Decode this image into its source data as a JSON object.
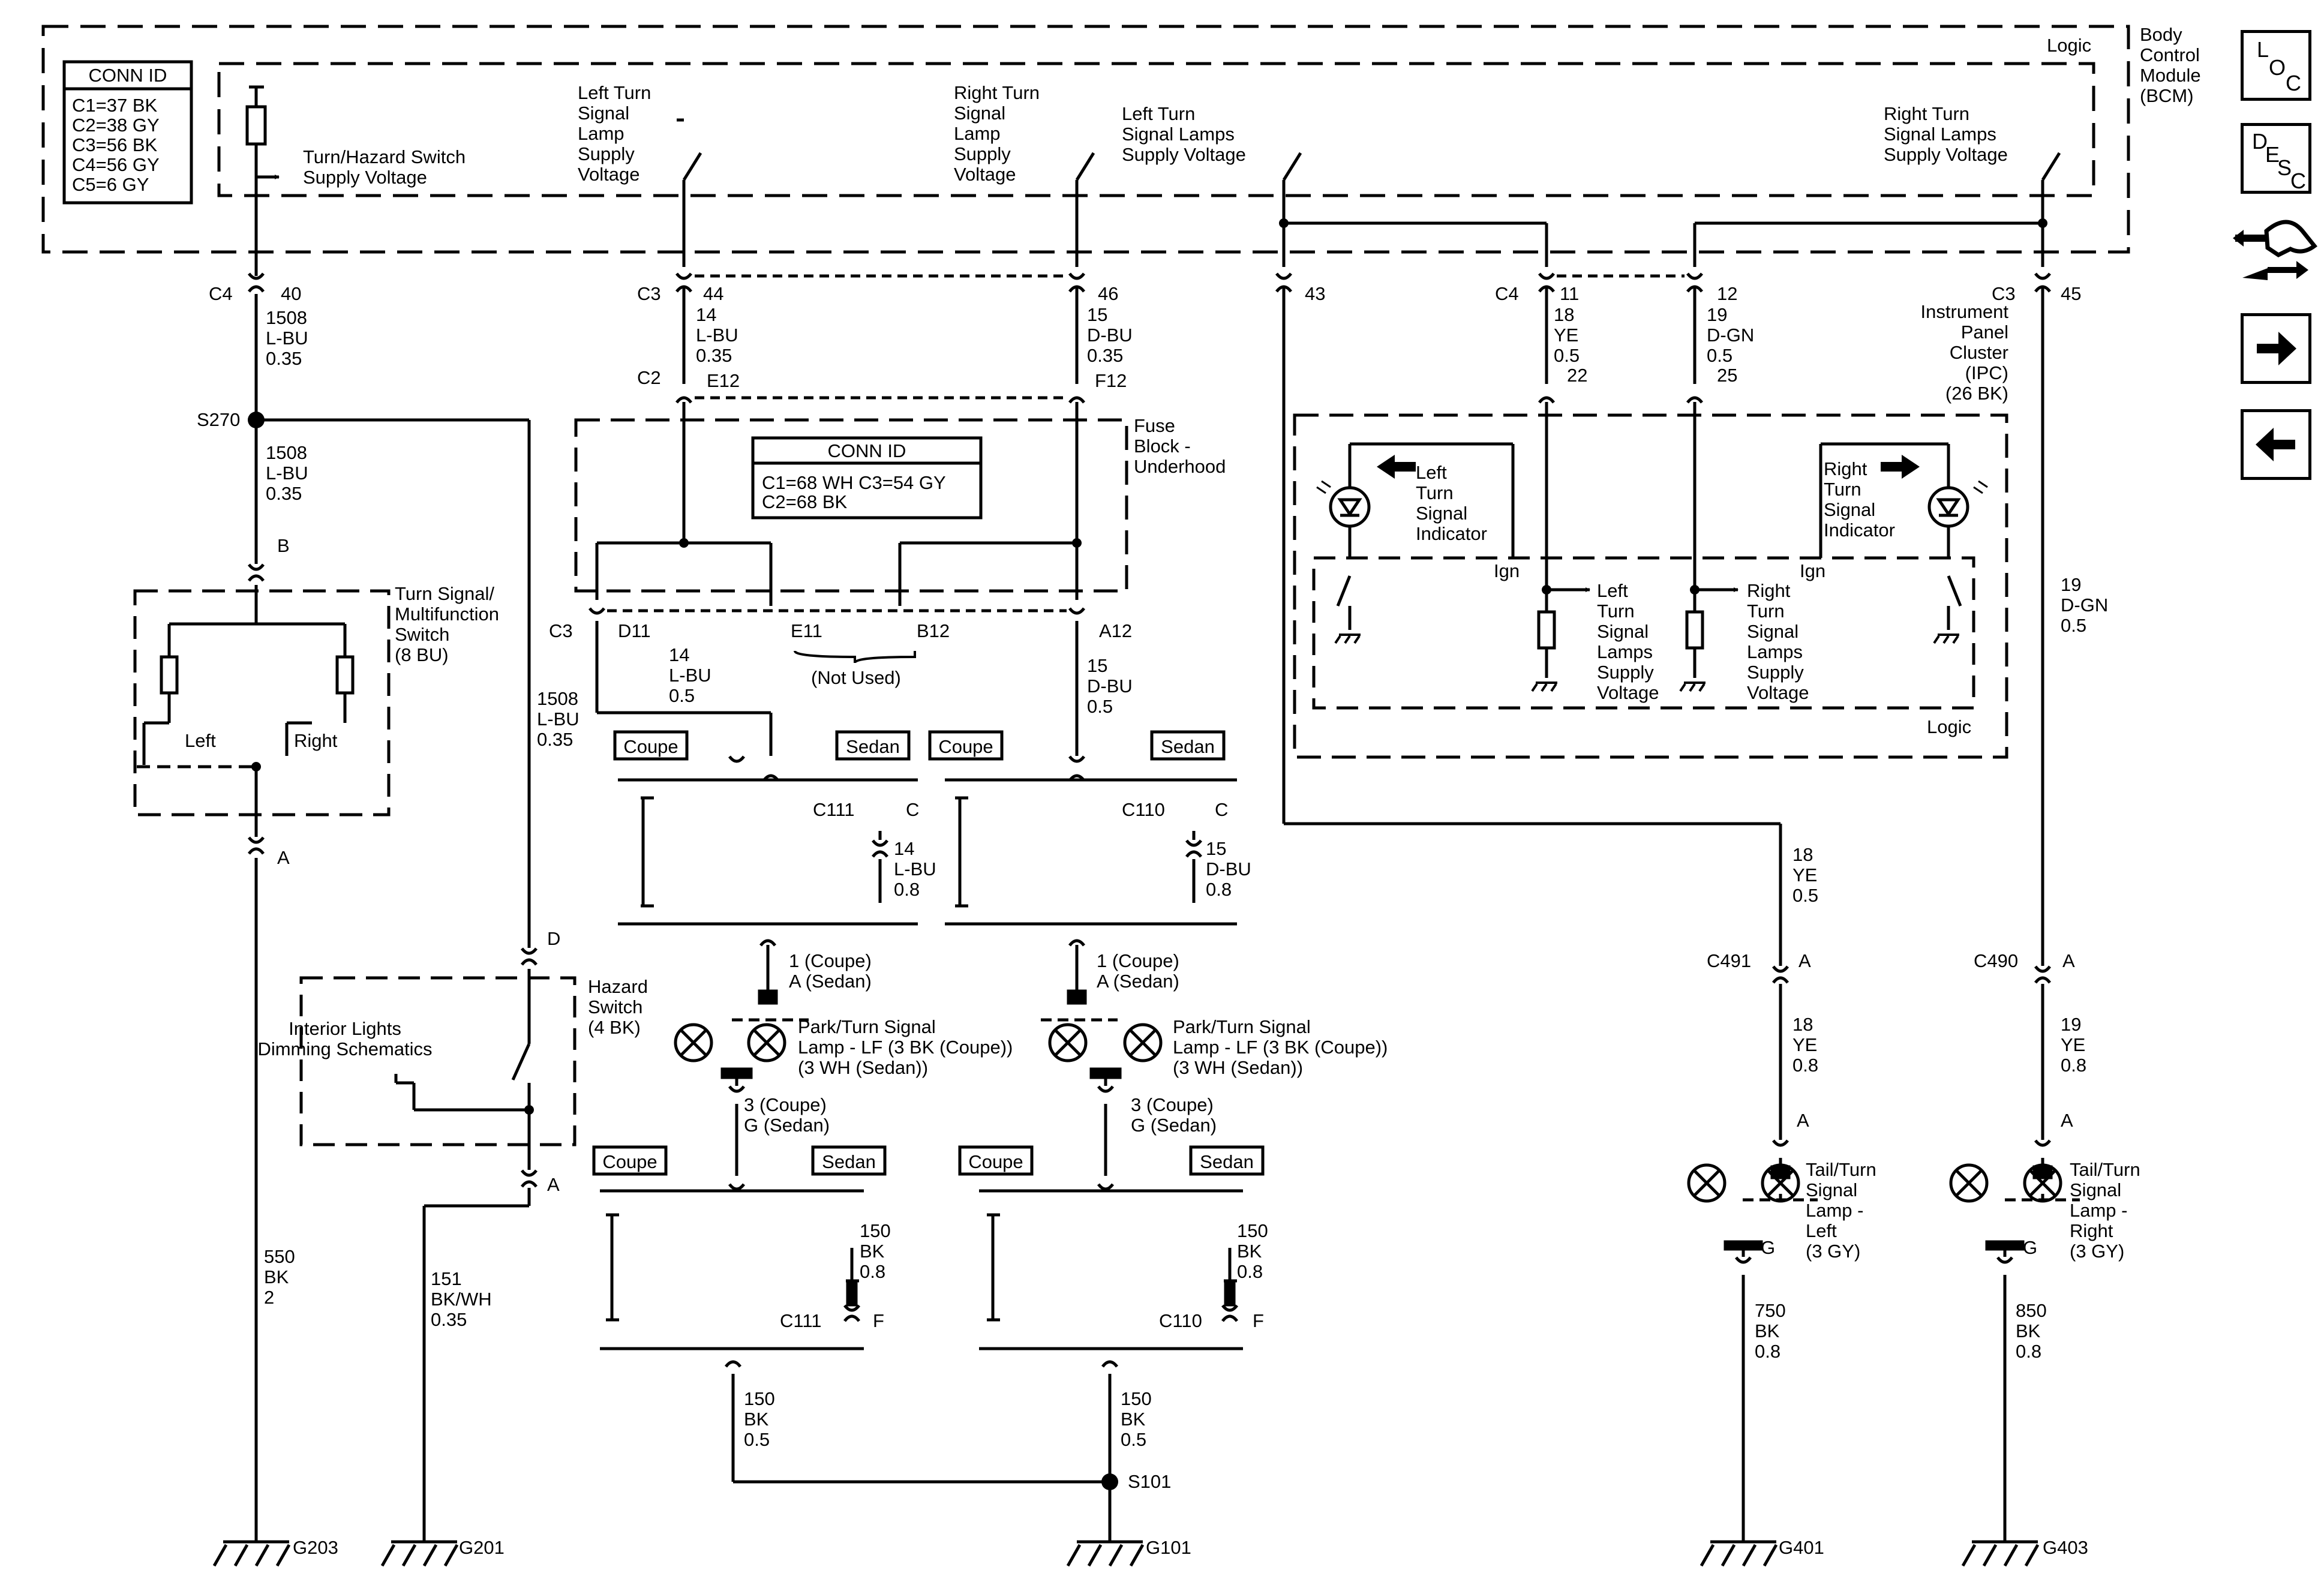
{
  "bcm": {
    "title": [
      "Body",
      "Control",
      "Module",
      "(BCM)"
    ],
    "logic_label": "Logic",
    "conn_id": {
      "header": "CONN ID",
      "rows": [
        "C1=37 BK",
        "C2=38 GY",
        "C3=56 BK",
        "C4=56 GY",
        "C5=6 GY"
      ]
    },
    "switches": {
      "hazard_supply": [
        "Turn/Hazard Switch",
        "Supply Voltage"
      ],
      "left_signal_supply": [
        "Left Turn",
        "Signal",
        "Lamp",
        "Supply",
        "Voltage"
      ],
      "right_signal_supply": [
        "Right Turn",
        "Signal",
        "Lamp",
        "Supply",
        "Voltage"
      ],
      "left_lamps_supply": [
        "Left Turn",
        "Signal Lamps",
        "Supply Voltage"
      ],
      "right_lamps_supply": [
        "Right Turn",
        "Signal Lamps",
        "Supply Voltage"
      ]
    }
  },
  "connectors": {
    "c4": "C4",
    "c3": "C3",
    "c2": "C2",
    "c3_fuse": "C3",
    "pin40": "40",
    "pin44": "44",
    "pin46": "46",
    "pin43": "43",
    "pin11": "11",
    "pin12": "12",
    "pin45": "45",
    "pin22": "22",
    "pin25": "25",
    "e12": "E12",
    "f12": "F12",
    "d11": "D11",
    "e11": "E11",
    "b12": "B12",
    "a12": "A12",
    "not_used": "(Not Used)",
    "c4_right": "C4",
    "c3_right": "C3",
    "pin_b": "B",
    "pin_a_switch": "A",
    "pin_d": "D",
    "pin_a_hazard": "A",
    "c111_top": "C111",
    "c111_top_pin": "C",
    "c110_top": "C110",
    "c110_top_pin": "C",
    "c111_bottom": "C111",
    "c111_bottom_pin": "F",
    "c110_bottom": "C110",
    "c110_bottom_pin": "F",
    "c491": "C491",
    "c491_pin": "A",
    "c490": "C490",
    "c490_pin": "A",
    "tail_left_pin_a": "A",
    "tail_left_pin_g": "G",
    "tail_right_pin_a": "A",
    "tail_right_pin_g": "G"
  },
  "splices": {
    "s270": "S270",
    "s101": "S101"
  },
  "wires": {
    "w_1508_top": [
      "1508",
      "L-BU",
      "0.35"
    ],
    "w_1508_mid": [
      "1508",
      "L-BU",
      "0.35"
    ],
    "w_1508_hazard": [
      "1508",
      "L-BU",
      "0.35"
    ],
    "w_14_top": [
      "14",
      "L-BU",
      "0.35"
    ],
    "w_15_top": [
      "15",
      "D-BU",
      "0.35"
    ],
    "w_14_fuse": [
      "14",
      "L-BU",
      "0.5"
    ],
    "w_15_fuse": [
      "15",
      "D-BU",
      "0.5"
    ],
    "w_14_c111": [
      "14",
      "L-BU",
      "0.8"
    ],
    "w_15_c110": [
      "15",
      "D-BU",
      "0.8"
    ],
    "w_18_ipc": [
      "18",
      "YE",
      "0.5"
    ],
    "w_19_ipc": [
      "19",
      "D-GN",
      "0.5"
    ],
    "w_18_down": [
      "18",
      "YE",
      "0.5"
    ],
    "w_18_c491": [
      "18",
      "YE",
      "0.8"
    ],
    "w_19_right": [
      "19",
      "D-GN",
      "0.5"
    ],
    "w_19_c490": [
      "19",
      "YE",
      "0.8"
    ],
    "w_550": [
      "550",
      "BK",
      "2"
    ],
    "w_151": [
      "151",
      "BK/WH",
      "0.35"
    ],
    "w_150_left": [
      "150",
      "BK",
      "0.8"
    ],
    "w_150_right": [
      "150",
      "BK",
      "0.8"
    ],
    "w_150_s101_left": [
      "150",
      "BK",
      "0.5"
    ],
    "w_150_s101_right": [
      "150",
      "BK",
      "0.5"
    ],
    "w_750": [
      "750",
      "BK",
      "0.8"
    ],
    "w_850": [
      "850",
      "BK",
      "0.8"
    ]
  },
  "fuse_block": {
    "title": [
      "Fuse",
      "Block -",
      "Underhood"
    ],
    "conn_id_header": "CONN ID",
    "conn_id_rows": [
      "C1=68 WH  C3=54 GY",
      "C2=68 BK"
    ]
  },
  "turn_switch": {
    "title": [
      "Turn Signal/",
      "Multifunction",
      "Switch",
      "(8 BU)"
    ],
    "left": "Left",
    "right": "Right"
  },
  "hazard_switch": {
    "title": [
      "Hazard",
      "Switch",
      "(4 BK)"
    ],
    "interior": [
      "Interior Lights",
      "Dimming Schematics"
    ]
  },
  "ipc": {
    "title": [
      "Instrument",
      "Panel",
      "Cluster",
      "(IPC)",
      "(26 BK)"
    ],
    "logic_label": "Logic",
    "ign_left": "Ign",
    "ign_right": "Ign",
    "left_indicator": [
      "Left",
      "Turn",
      "Signal",
      "Indicator"
    ],
    "right_indicator": [
      "Right",
      "Turn",
      "Signal",
      "Indicator"
    ],
    "left_lamps_supply": [
      "Left",
      "Turn",
      "Signal",
      "Lamps",
      "Supply",
      "Voltage"
    ],
    "right_lamps_supply": [
      "Right",
      "Turn",
      "Signal",
      "Lamps",
      "Supply",
      "Voltage"
    ]
  },
  "variants": {
    "coupe_1": "Coupe",
    "sedan_1": "Sedan",
    "coupe_2": "Coupe",
    "sedan_2": "Sedan",
    "coupe_3": "Coupe",
    "sedan_3": "Sedan",
    "coupe_4": "Coupe",
    "sedan_4": "Sedan"
  },
  "lamps": {
    "left_front": {
      "label": [
        "Park/Turn Signal",
        "Lamp - LF (3 BK (Coupe))",
        "(3 WH (Sedan))"
      ],
      "pin_top": [
        "1 (Coupe)",
        "A (Sedan)"
      ],
      "pin_bottom": [
        "3 (Coupe)",
        "G (Sedan)"
      ]
    },
    "right_front": {
      "label": [
        "Park/Turn Signal",
        "Lamp - LF (3 BK (Coupe))",
        "(3 WH (Sedan))"
      ],
      "pin_top": [
        "1 (Coupe)",
        "A (Sedan)"
      ],
      "pin_bottom": [
        "3 (Coupe)",
        "G (Sedan)"
      ]
    },
    "tail_left": {
      "label": [
        "Tail/Turn",
        "Signal",
        "Lamp -",
        "Left",
        "(3 GY)"
      ]
    },
    "tail_right": {
      "label": [
        "Tail/Turn",
        "Signal",
        "Lamp -",
        "Right",
        "(3 GY)"
      ]
    }
  },
  "grounds": {
    "g203": "G203",
    "g201": "G201",
    "g101": "G101",
    "g401": "G401",
    "g403": "G403"
  },
  "sidebar": {
    "loc": {
      "letters": [
        "L",
        "O",
        "C"
      ],
      "icon": "location-icon"
    },
    "desc": {
      "letters": [
        "D",
        "E",
        "S",
        "C"
      ],
      "icon": "description-icon"
    },
    "tool": {
      "icon": "connector-tool-icon"
    },
    "next": {
      "icon": "arrow-right-icon"
    },
    "prev": {
      "icon": "arrow-left-icon"
    }
  }
}
